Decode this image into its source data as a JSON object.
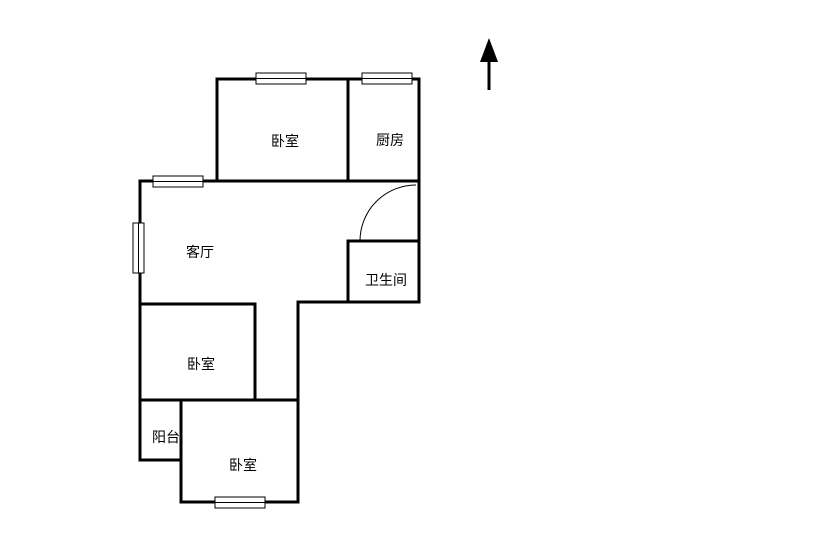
{
  "rooms": {
    "bedroom_top": "卧室",
    "kitchen": "厨房",
    "living_room": "客厅",
    "bathroom": "卫生间",
    "bedroom_middle": "卧室",
    "balcony": "阳台",
    "bedroom_bottom": "卧室"
  },
  "icons": {
    "compass": "north-arrow-icon"
  }
}
